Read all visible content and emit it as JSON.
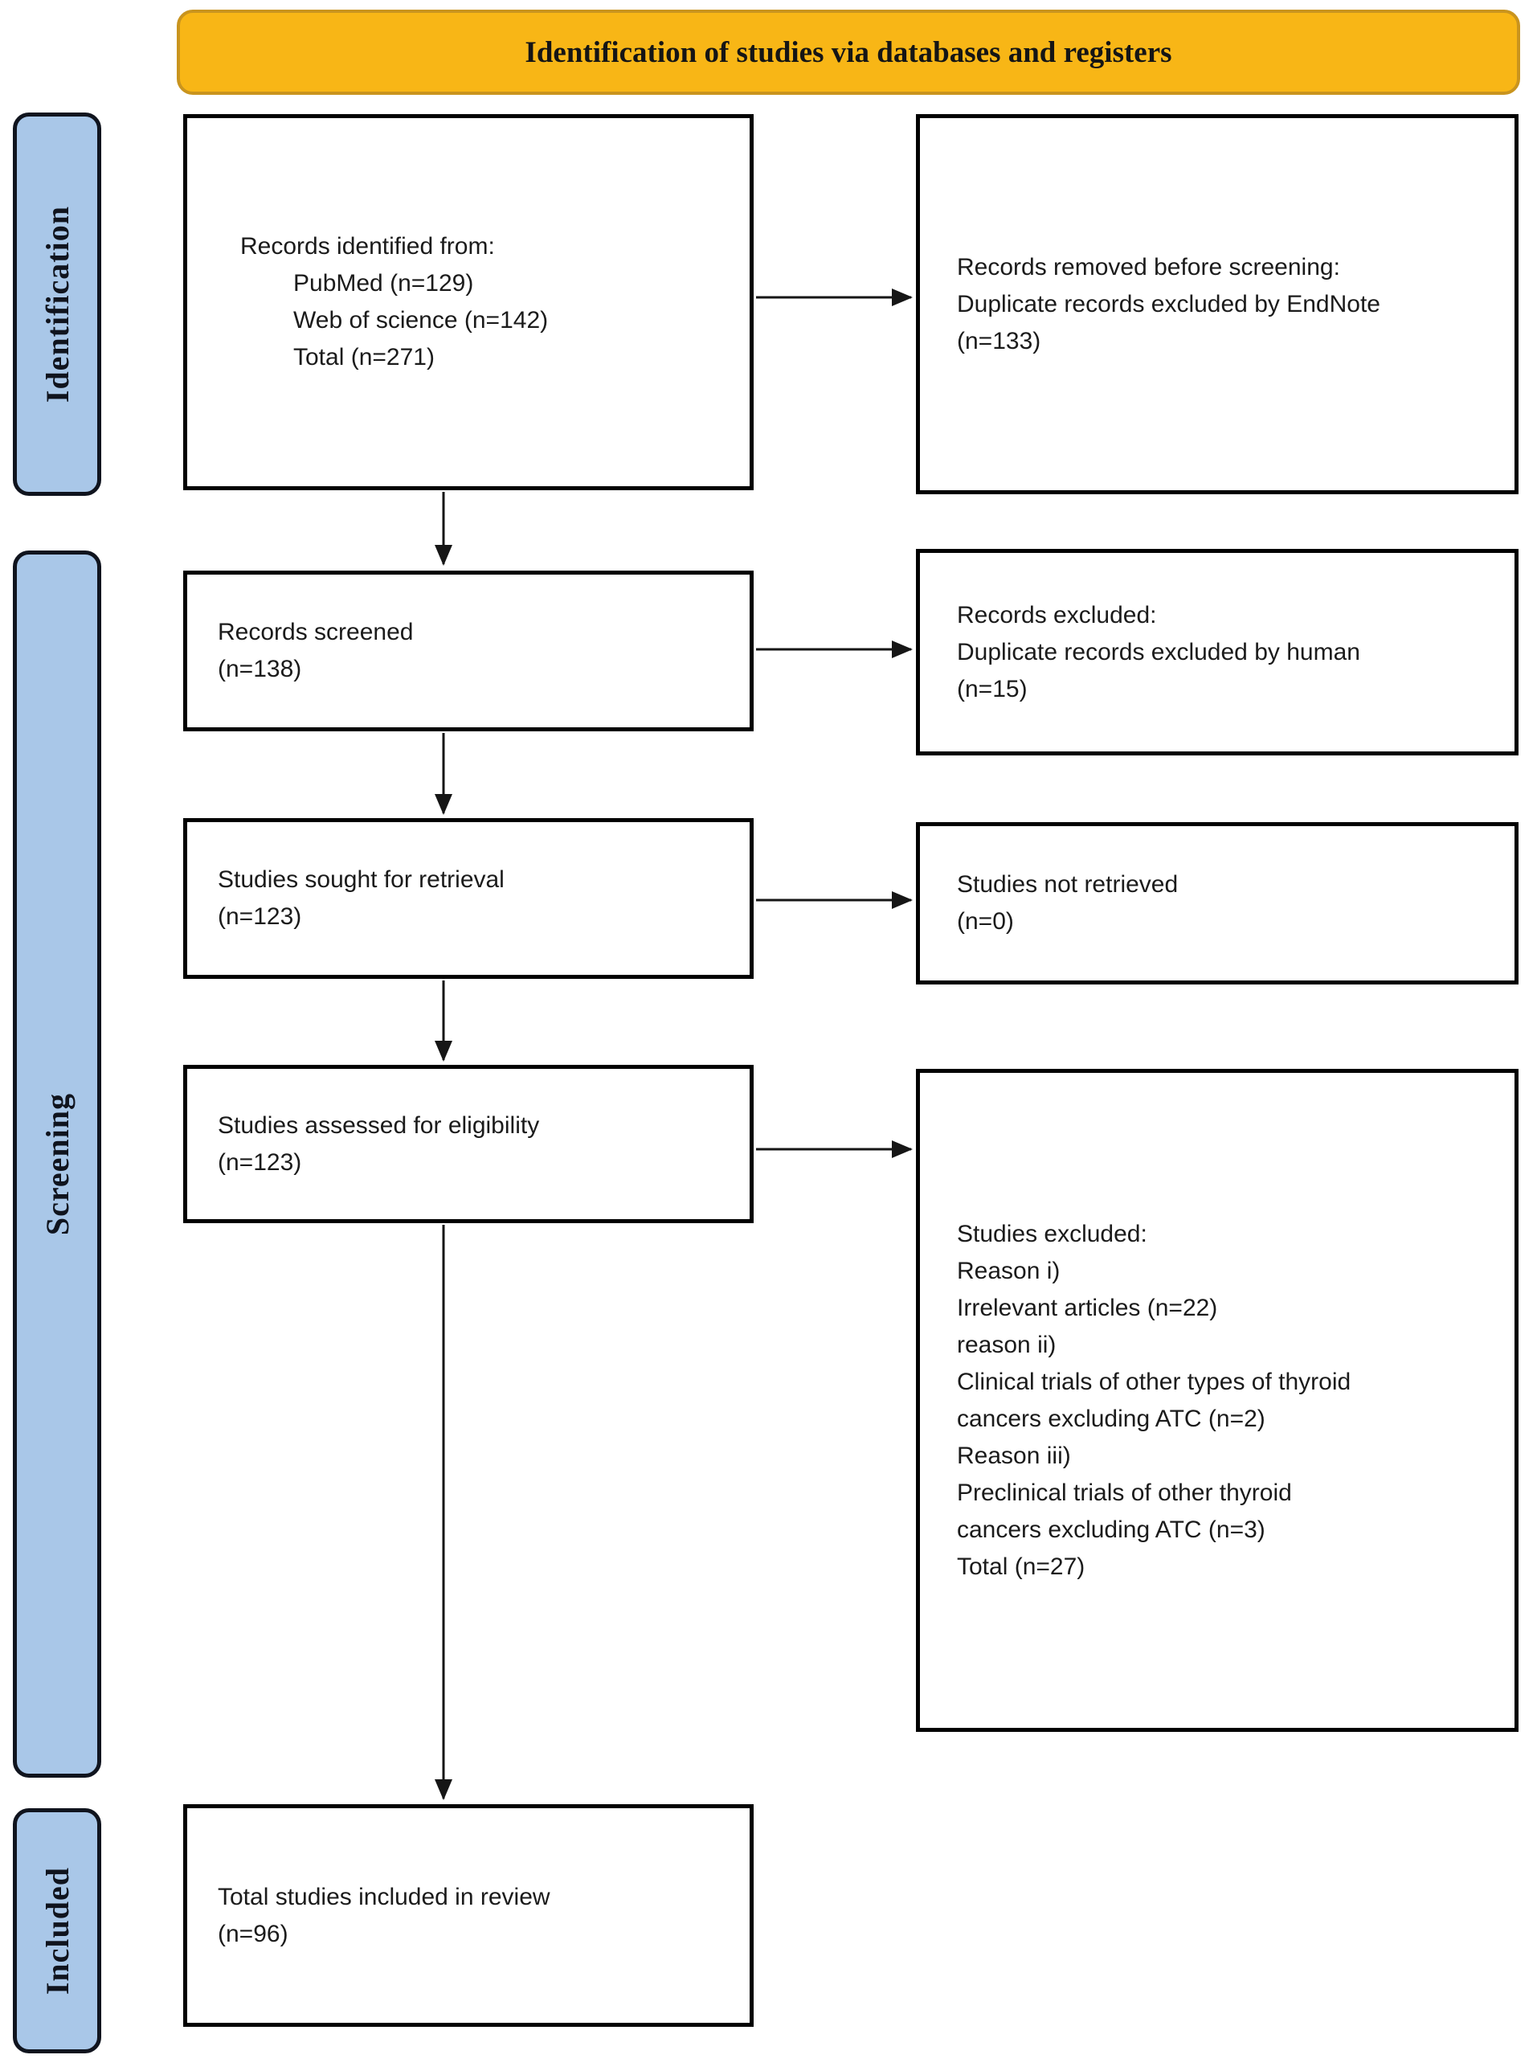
{
  "header": {
    "title": "Identification of studies via databases and registers"
  },
  "stages": {
    "identification": "Identification",
    "screening": "Screening",
    "included": "Included"
  },
  "boxes": {
    "records_identified": {
      "intro": "Records identified from:",
      "details": "PubMed (n=129)\nWeb of science (n=142)\nTotal (n=271)"
    },
    "records_removed": {
      "text": "Records removed before screening:\nDuplicate records excluded by EndNote\n(n=133)"
    },
    "records_screened": {
      "text": "Records screened\n(n=138)"
    },
    "records_excluded": {
      "text": "Records excluded:\nDuplicate records excluded by human\n(n=15)"
    },
    "studies_sought": {
      "text": "Studies sought for retrieval\n(n=123)"
    },
    "studies_not_retrieved": {
      "text": "Studies not retrieved\n(n=0)"
    },
    "studies_assessed": {
      "text": "Studies assessed for eligibility\n(n=123)"
    },
    "studies_excluded": {
      "text": "Studies excluded:\nReason i)\nIrrelevant articles (n=22)\nreason ii)\nClinical trials of other types of thyroid\ncancers excluding ATC (n=2)\nReason iii)\nPreclinical trials of other thyroid\ncancers excluding ATC (n=3)\nTotal (n=27)"
    },
    "total_included": {
      "text": "Total studies included in review\n(n=96)"
    }
  },
  "colors": {
    "header_fill": "#F8B616",
    "header_border": "#C9941E",
    "stage_fill": "#A9C7E8",
    "stage_border": "#10141E",
    "box_border": "#000000",
    "arrow": "#161616",
    "text": "#1B1B1B",
    "bg": "#FFFFFF"
  }
}
